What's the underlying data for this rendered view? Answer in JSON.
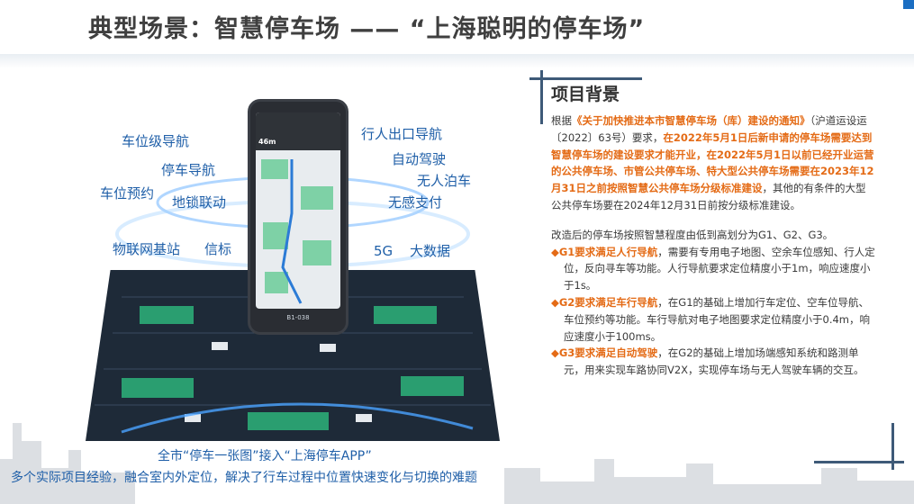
{
  "title": "典型场景：智慧停车场 ——  “上海聪明的停车场”",
  "colors": {
    "accent_blue": "#1f5fa8",
    "highlight_orange": "#e46b16",
    "dark_line": "#3e5a78"
  },
  "illustration": {
    "phone": {
      "distance": "46m",
      "location": "B1-038"
    },
    "labels": [
      "车位级导航",
      "停车导航",
      "车位预约",
      "地锁联动",
      "物联网基站",
      "信标",
      "行人出口导航",
      "自动驾驶",
      "无人泊车",
      "无感支付",
      "5G",
      "大数据"
    ]
  },
  "captions": {
    "line1": "全市“停车一张图”接入“上海停车APP”",
    "line2": "多个实际项目经验，融合室内外定位，解决了行车过程中位置快速变化与切换的难题"
  },
  "panel": {
    "heading": "项目背景",
    "p1_pre": "根据",
    "p1_hl1": "《关于加快推进本市智慧停车场（库）建设的通知》",
    "p1_mid": "（沪道运设运〔2022〕63号）要求，",
    "p1_hl2": "在2022年5月1日后新申请的停车场需要达到智慧停车场的建设要求才能开业，在2022年5月1日以前已经开业运营的公共停车场、市管公共停车场、特大型公共停车场需要在2023年12月31日之前按照智慧公共停车场分级标准建设",
    "p1_post": "，其他的有条件的大型公共停车场要在2024年12月31日前按分级标准建设。",
    "p2": "改造后的停车场按照智慧程度由低到高划分为G1、G2、G3。",
    "g1_hl": "◆G1要求满足人行导航",
    "g1_text": "，需要有专用电子地图、空余车位感知、行人定位，反向寻车等功能。人行导航要求定位精度小于1m，响应速度小于1s。",
    "g2_hl": "◆G2要求满足车行导航",
    "g2_text": "，在G1的基础上增加行车定位、空车位导航、车位预约等功能。车行导航对电子地图要求定位精度小于0.4m，响应速度小于100ms。",
    "g3_hl": "◆G3要求满足自动驾驶",
    "g3_text": "，在G2的基础上增加场端感知系统和路测单元，用来实现车路协同V2X，实现停车场与无人驾驶车辆的交互。"
  }
}
